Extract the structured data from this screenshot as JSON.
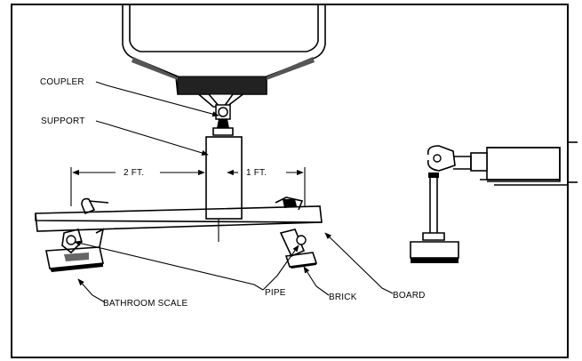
{
  "labels": {
    "coupler": "COUPLER",
    "support": "SUPPORT",
    "dim_left": "2 FT.",
    "dim_right": "1 FT.",
    "bathroom_scale": "BATHROOM SCALE",
    "pipe": "PIPE",
    "brick": "BRICK",
    "board": "BOARD"
  },
  "colors": {
    "ink": "#000000",
    "paper": "#ffffff"
  }
}
